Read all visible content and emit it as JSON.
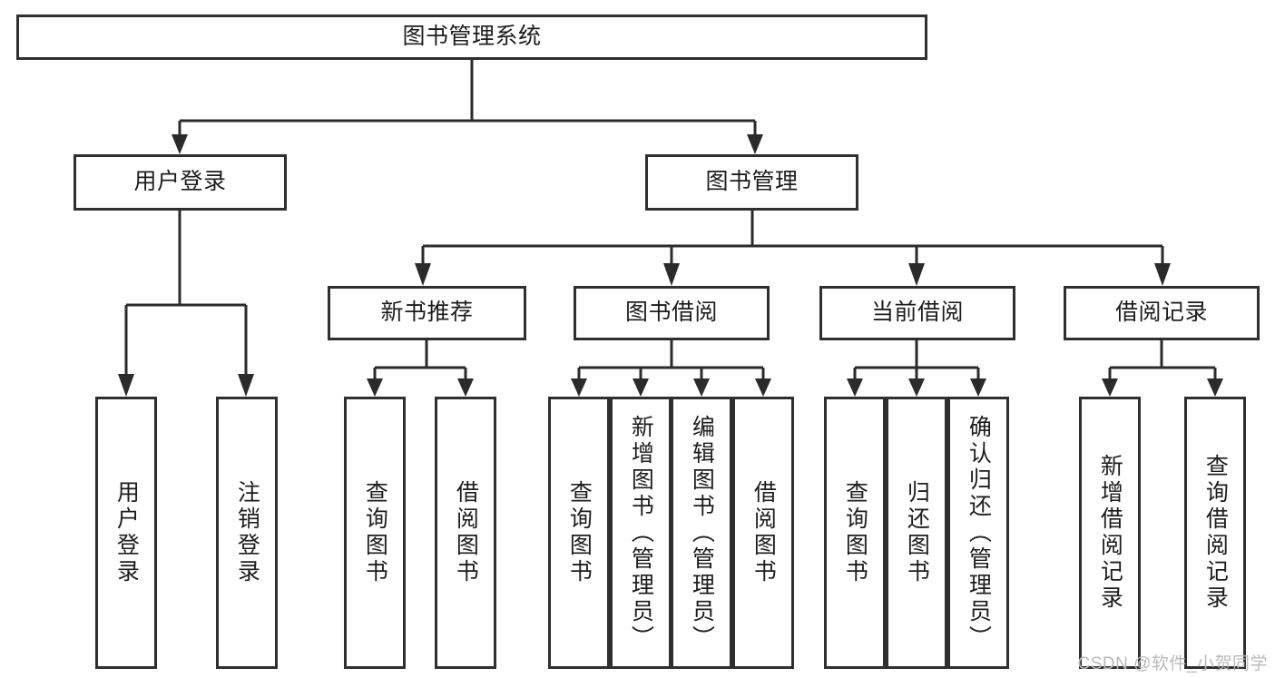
{
  "diagram": {
    "type": "tree-hierarchy",
    "title": "图书管理系统",
    "root": {
      "id": "root",
      "label": "图书管理系统"
    },
    "level2": [
      {
        "id": "user-login",
        "label": "用户登录"
      },
      {
        "id": "book-manage",
        "label": "图书管理"
      }
    ],
    "level3": [
      {
        "id": "new-book-rec",
        "label": "新书推荐",
        "parent": "book-manage"
      },
      {
        "id": "book-borrow",
        "label": "图书借阅",
        "parent": "book-manage"
      },
      {
        "id": "current-borrow",
        "label": "当前借阅",
        "parent": "book-manage"
      },
      {
        "id": "borrow-record",
        "label": "借阅记录",
        "parent": "book-manage"
      }
    ],
    "leaves": [
      {
        "id": "leaf-user-login",
        "label": "用户登录",
        "parent": "user-login"
      },
      {
        "id": "leaf-user-logout",
        "label": "注销登录",
        "parent": "user-login"
      },
      {
        "id": "leaf-query-book-1",
        "label": "查询图书",
        "parent": "new-book-rec"
      },
      {
        "id": "leaf-borrow-book-1",
        "label": "借阅图书",
        "parent": "new-book-rec"
      },
      {
        "id": "leaf-query-book-2",
        "label": "查询图书",
        "parent": "book-borrow"
      },
      {
        "id": "leaf-add-book",
        "label": "新增图书（管理员）",
        "parent": "book-borrow"
      },
      {
        "id": "leaf-edit-book",
        "label": "编辑图书（管理员）",
        "parent": "book-borrow"
      },
      {
        "id": "leaf-borrow-book-2",
        "label": "借阅图书",
        "parent": "book-borrow"
      },
      {
        "id": "leaf-query-book-3",
        "label": "查询图书",
        "parent": "current-borrow"
      },
      {
        "id": "leaf-return-book",
        "label": "归还图书",
        "parent": "current-borrow"
      },
      {
        "id": "leaf-confirm-return",
        "label": "确认归还（管理员）",
        "parent": "current-borrow"
      },
      {
        "id": "leaf-add-record",
        "label": "新增借阅记录",
        "parent": "borrow-record"
      },
      {
        "id": "leaf-query-record",
        "label": "查询借阅记录",
        "parent": "borrow-record"
      }
    ]
  },
  "watermark": {
    "text": "CSDN @软件_小贺同学"
  },
  "colors": {
    "box_border": "#2f2f2f",
    "box_fill": "#ffffff",
    "connector": "#2b2b2b",
    "text": "#1d1d1d",
    "watermark": "#b9b9b9",
    "background": "#ffffff"
  }
}
